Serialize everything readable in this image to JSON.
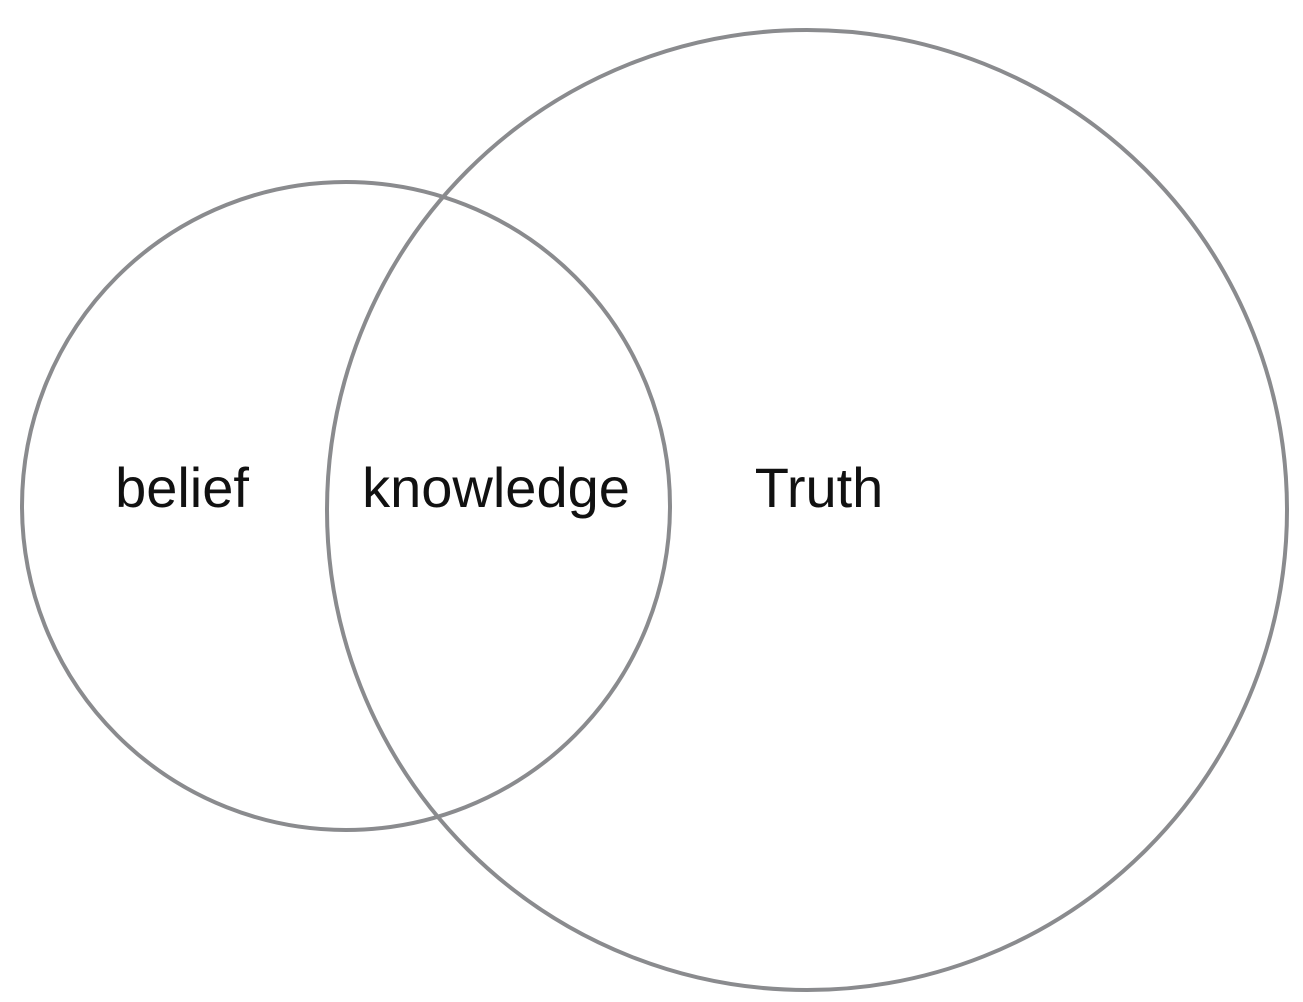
{
  "venn": {
    "stroke_color": "#8a8b8e",
    "text_color": "#111111",
    "labels": {
      "belief": "belief",
      "knowledge": "knowledge",
      "truth": "Truth"
    }
  }
}
